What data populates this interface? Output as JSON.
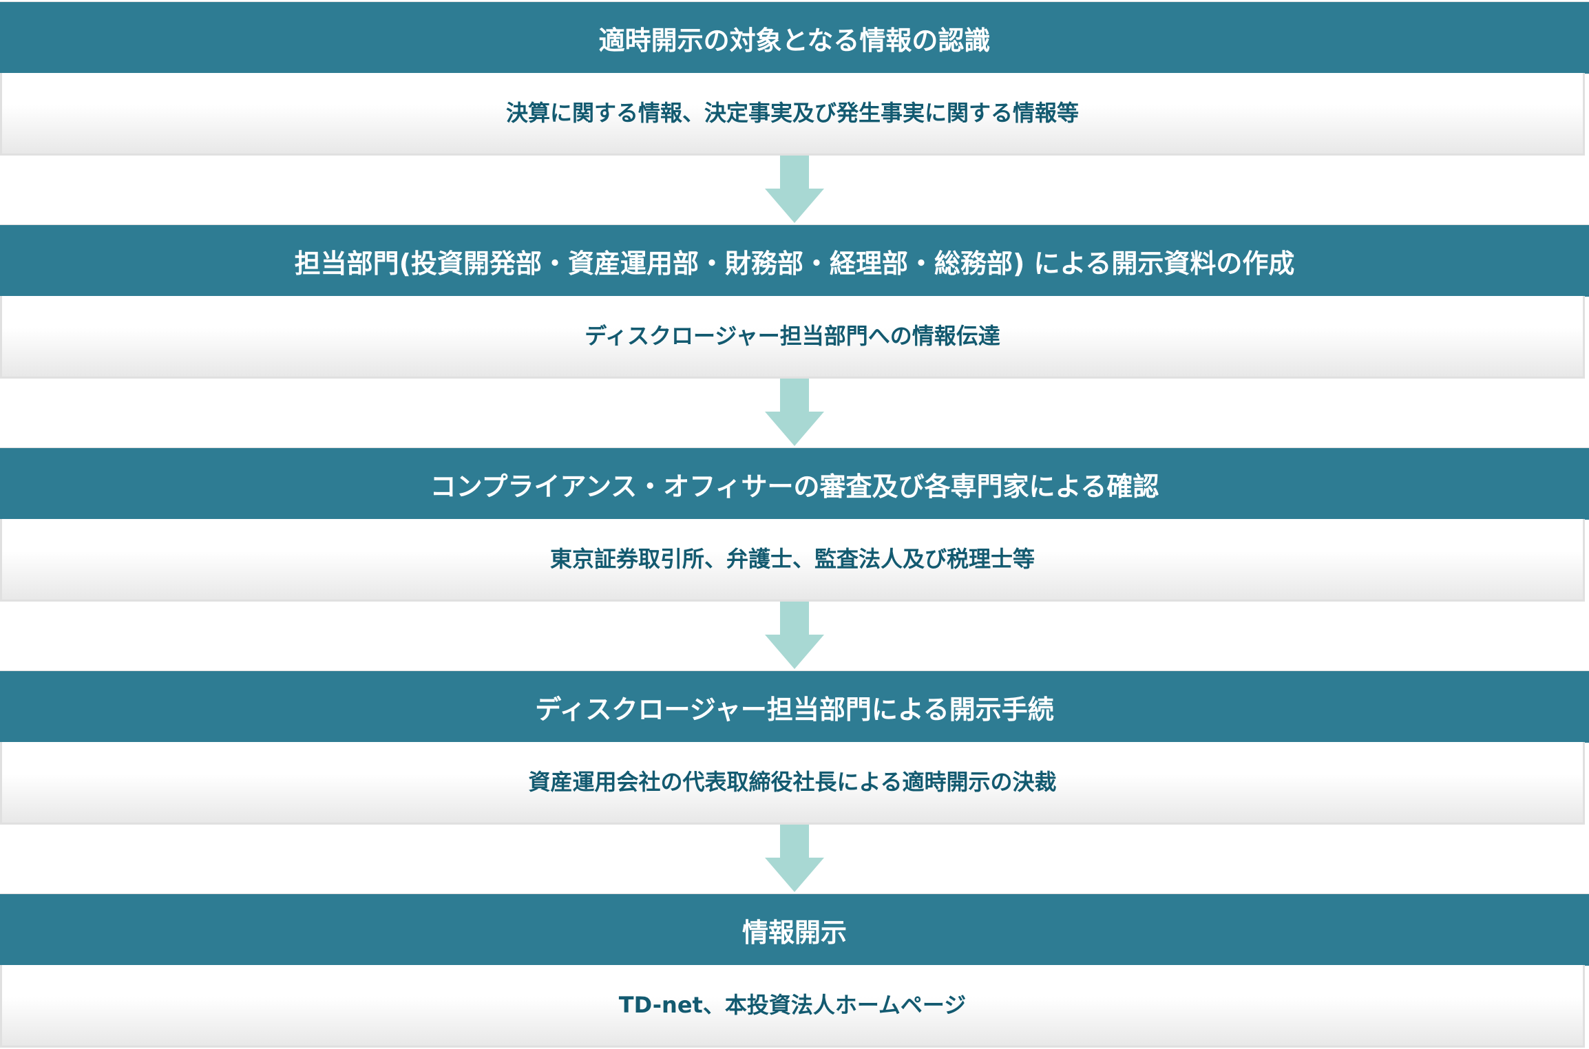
{
  "colors": {
    "header": "#2e7c93",
    "body_text": "#135a70",
    "arrow": "#a8d8d3"
  },
  "steps": [
    {
      "title": "適時開示の対象となる情報の認識",
      "detail": "決算に関する情報、決定事実及び発生事実に関する情報等"
    },
    {
      "title": "担当部門(投資開発部・資産運用部・財務部・経理部・総務部) による開示資料の作成",
      "detail": "ディスクロージャー担当部門への情報伝達"
    },
    {
      "title": "コンプライアンス・オフィサーの審査及び各専門家による確認",
      "detail": "東京証券取引所、弁護士、監査法人及び税理士等"
    },
    {
      "title": "ディスクロージャー担当部門による開示手続",
      "detail": "資産運用会社の代表取締役社長による適時開示の決裁"
    },
    {
      "title": "情報開示",
      "detail": "TD-net、本投資法人ホームページ"
    }
  ]
}
